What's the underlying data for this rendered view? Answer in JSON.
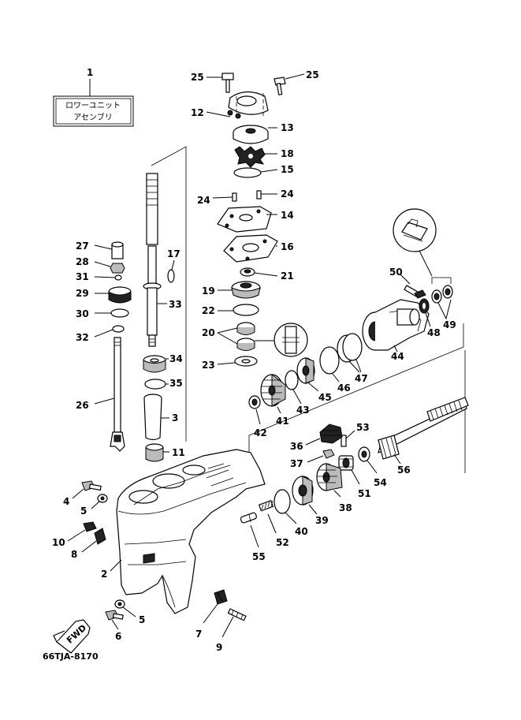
{
  "assembly_label": {
    "line1": "ロワーユニット",
    "line2": "アセンブリ",
    "number": "1"
  },
  "diagram_code": "66TJA-8170",
  "fwd_label": "FWD",
  "callouts": {
    "c2": "2",
    "c3": "3",
    "c4": "4",
    "c5a": "5",
    "c5b": "5",
    "c6": "6",
    "c7": "7",
    "c8": "8",
    "c9": "9",
    "c10": "10",
    "c11": "11",
    "c12": "12",
    "c13": "13",
    "c14": "14",
    "c15": "15",
    "c16": "16",
    "c17": "17",
    "c18": "18",
    "c19": "19",
    "c20": "20",
    "c21": "21",
    "c22": "22",
    "c23": "23",
    "c24a": "24",
    "c24b": "24",
    "c25a": "25",
    "c25b": "25",
    "c26": "26",
    "c27": "27",
    "c28": "28",
    "c29": "29",
    "c30": "30",
    "c31": "31",
    "c32": "32",
    "c33": "33",
    "c34": "34",
    "c35": "35",
    "c36": "36",
    "c37": "37",
    "c38": "38",
    "c39": "39",
    "c40": "40",
    "c41": "41",
    "c42": "42",
    "c43": "43",
    "c44": "44",
    "c45": "45",
    "c46": "46",
    "c47": "47",
    "c48": "48",
    "c49": "49",
    "c50": "50",
    "c51": "51",
    "c52": "52",
    "c53": "53",
    "c54": "54",
    "c55": "55",
    "c56": "56"
  }
}
